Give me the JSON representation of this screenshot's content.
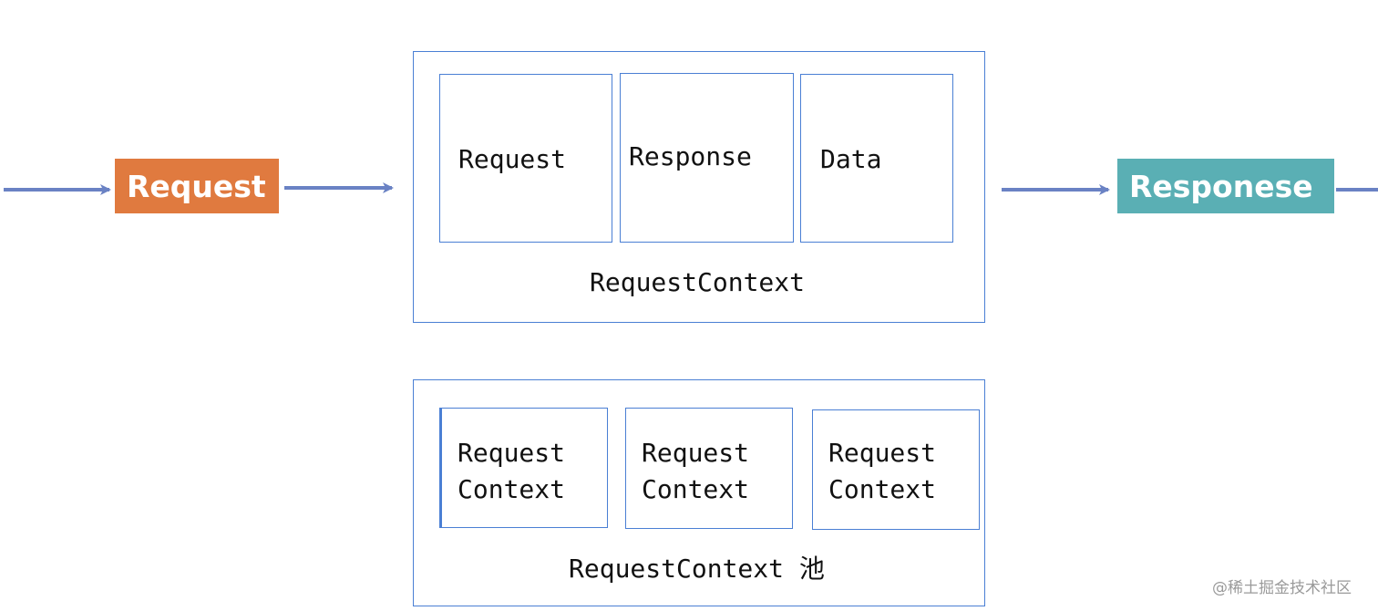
{
  "colors": {
    "arrow": "#6a82c4",
    "box_border": "#4a7fd4",
    "request_fill": "#e07a3f",
    "response_fill": "#5aafb4"
  },
  "flow": {
    "request_label": "Request",
    "response_label": "Responese"
  },
  "context_box": {
    "items": [
      "Request",
      "Response",
      "Data"
    ],
    "caption": "RequestContext"
  },
  "pool_box": {
    "items": [
      {
        "line1": "Request",
        "line2": "Context"
      },
      {
        "line1": "Request",
        "line2": "Context"
      },
      {
        "line1": "Request",
        "line2": "Context"
      }
    ],
    "caption": "RequestContext 池"
  },
  "credit": "@稀土掘金技术社区"
}
